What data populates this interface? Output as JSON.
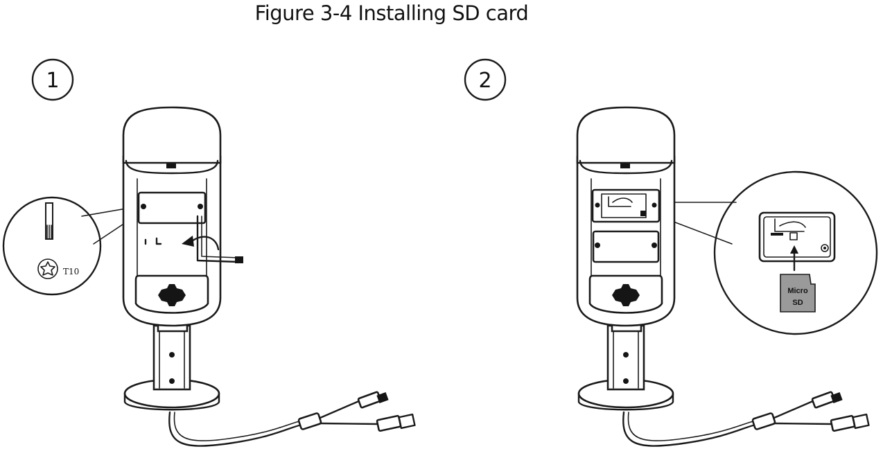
{
  "figure": {
    "title": "Figure 3-4 Installing SD card"
  },
  "steps": [
    {
      "number": "1"
    },
    {
      "number": "2"
    }
  ],
  "callouts": {
    "screwdriver_bit": "T10",
    "sd_card_line1": "Micro",
    "sd_card_line2": "SD"
  }
}
